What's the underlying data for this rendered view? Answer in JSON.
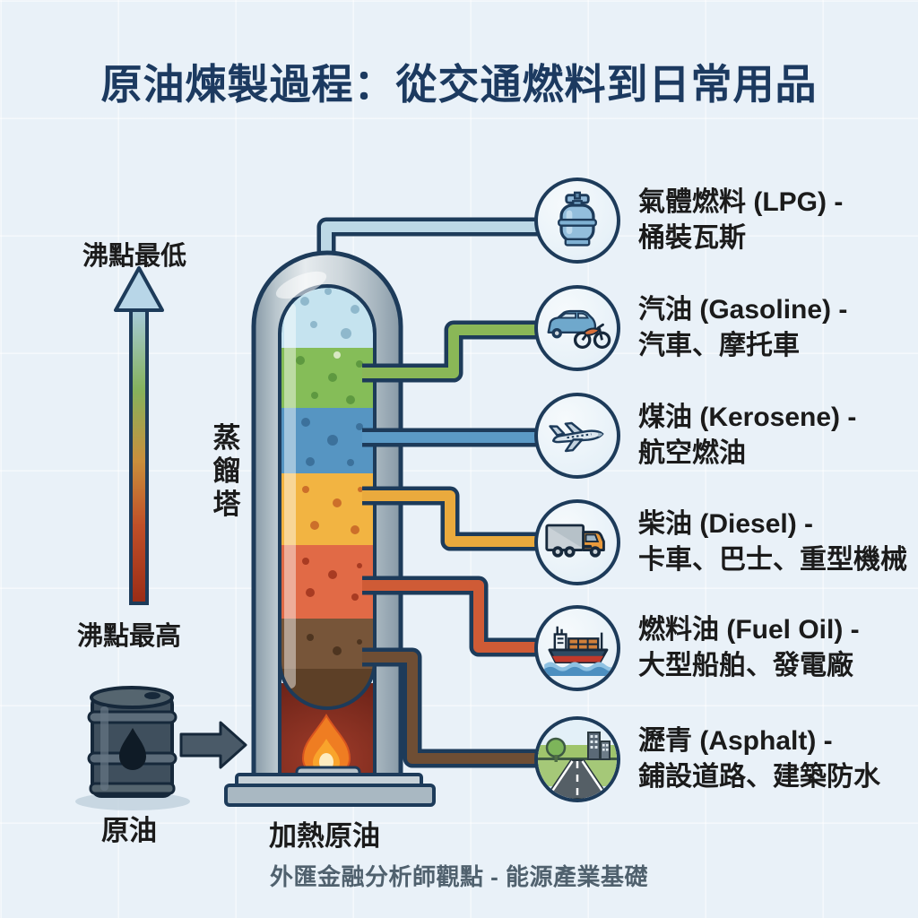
{
  "title": "原油煉製過程：從交通燃料到日常用品",
  "axis": {
    "top_label": "沸點最低",
    "bottom_label": "沸點最高",
    "arrow_direction": "up",
    "gradient": [
      "#a9cce0",
      "#85b25d",
      "#c98f3c",
      "#9a2c16"
    ]
  },
  "tower": {
    "label": "蒸餾塔",
    "heating_label": "加熱原油",
    "band_colors_top_to_bottom": [
      "#c5e3ef",
      "#85bd58",
      "#5695c2",
      "#f2b442",
      "#e16a46",
      "#775539"
    ]
  },
  "crude": {
    "label": "原油",
    "barrel_icon": "oil-barrel-with-drop"
  },
  "products": [
    {
      "name": "氣體燃料 (LPG) -",
      "desc": "桶裝瓦斯",
      "icon": "lpg-cylinder-icon",
      "pipe_color": "#bcd8e6",
      "band_color": "#c5e3ef"
    },
    {
      "name": "汽油 (Gasoline) -",
      "desc": "汽車、摩托車",
      "icon": "car-motorcycle-icon",
      "pipe_color": "#8ab757",
      "band_color": "#85bd58"
    },
    {
      "name": "煤油 (Kerosene) -",
      "desc": "航空燃油",
      "icon": "airplane-icon",
      "pipe_color": "#5b9ac6",
      "band_color": "#5695c2"
    },
    {
      "name": "柴油 (Diesel) -",
      "desc": "卡車、巴士、重型機械",
      "icon": "truck-icon",
      "pipe_color": "#eaaa3d",
      "band_color": "#f2b442"
    },
    {
      "name": "燃料油 (Fuel Oil) -",
      "desc": "大型船舶、發電廠",
      "icon": "cargo-ship-icon",
      "pipe_color": "#cf5b36",
      "band_color": "#e16a46"
    },
    {
      "name": "瀝青 (Asphalt) -",
      "desc": "鋪設道路、建築防水",
      "icon": "road-icon",
      "pipe_color": "#6f4e34",
      "band_color": "#775539"
    }
  ],
  "footer": "外匯金融分析師觀點 - 能源產業基礎",
  "colors": {
    "background": "#e9f1f8",
    "title": "#1c3a60",
    "outline_navy": "#1d3b5a",
    "text_dark": "#1b1b1b",
    "footer_text": "#50616e",
    "flame_outer": "#ef7d22",
    "flame_inner": "#f9a42c",
    "furnace_interior": "#8a3428",
    "column_metal": "#c9d3d9"
  }
}
